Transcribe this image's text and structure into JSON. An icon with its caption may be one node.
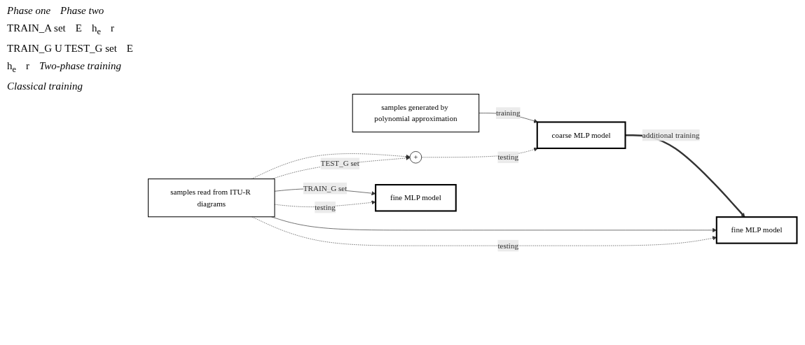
{
  "diagram": {
    "nodes": [
      {
        "text": [
          "samples generated by polynomial approximation"
        ]
      },
      {
        "text": [
          "coarse MLP model"
        ]
      },
      {
        "text": [
          "fine MLP model"
        ]
      },
      {
        "text": [
          "samples read from ITU-R diagrams"
        ]
      },
      {
        "text": [
          "+"
        ]
      },
      {
        "text": [
          "fine MLP model"
        ]
      }
    ],
    "edges": [
      {
        "from": 0,
        "to": 1,
        "arrow": "to",
        "label": "training"
      },
      {
        "from": 1,
        "to": 2,
        "arrow": "to",
        "style": "thick",
        "label": "additional training"
      },
      {
        "from": 3,
        "to": 5,
        "arrow": "to",
        "label": "TRAIN_G set"
      },
      {
        "from": 3,
        "to": 2,
        "arrow": "to"
      },
      {
        "from": 3,
        "to": 4,
        "arrow": "to",
        "style": "dashed"
      },
      {
        "from": 3,
        "to": 4,
        "arrow": "to",
        "style": "dashed",
        "label": "TEST_G set"
      },
      {
        "from": 4,
        "to": 1,
        "arrow": "to",
        "style": "dashed",
        "label": "testing"
      },
      {
        "from": 3,
        "to": 2,
        "arrow": "to",
        "style": "dashed",
        "label": "testing"
      },
      {
        "from": 3,
        "to": 5,
        "arrow": "to",
        "style": "dashed",
        "label": "testing"
      }
    ],
    "labels": [
      "Phase one",
      "Phase two",
      "TRAIN_A set",
      "E",
      "h$_{e}$",
      "r",
      "TRAIN_G U TEST_G set",
      "E",
      "h$_{e}$",
      "r",
      "Two-phase training",
      "Classical training"
    ]
  }
}
